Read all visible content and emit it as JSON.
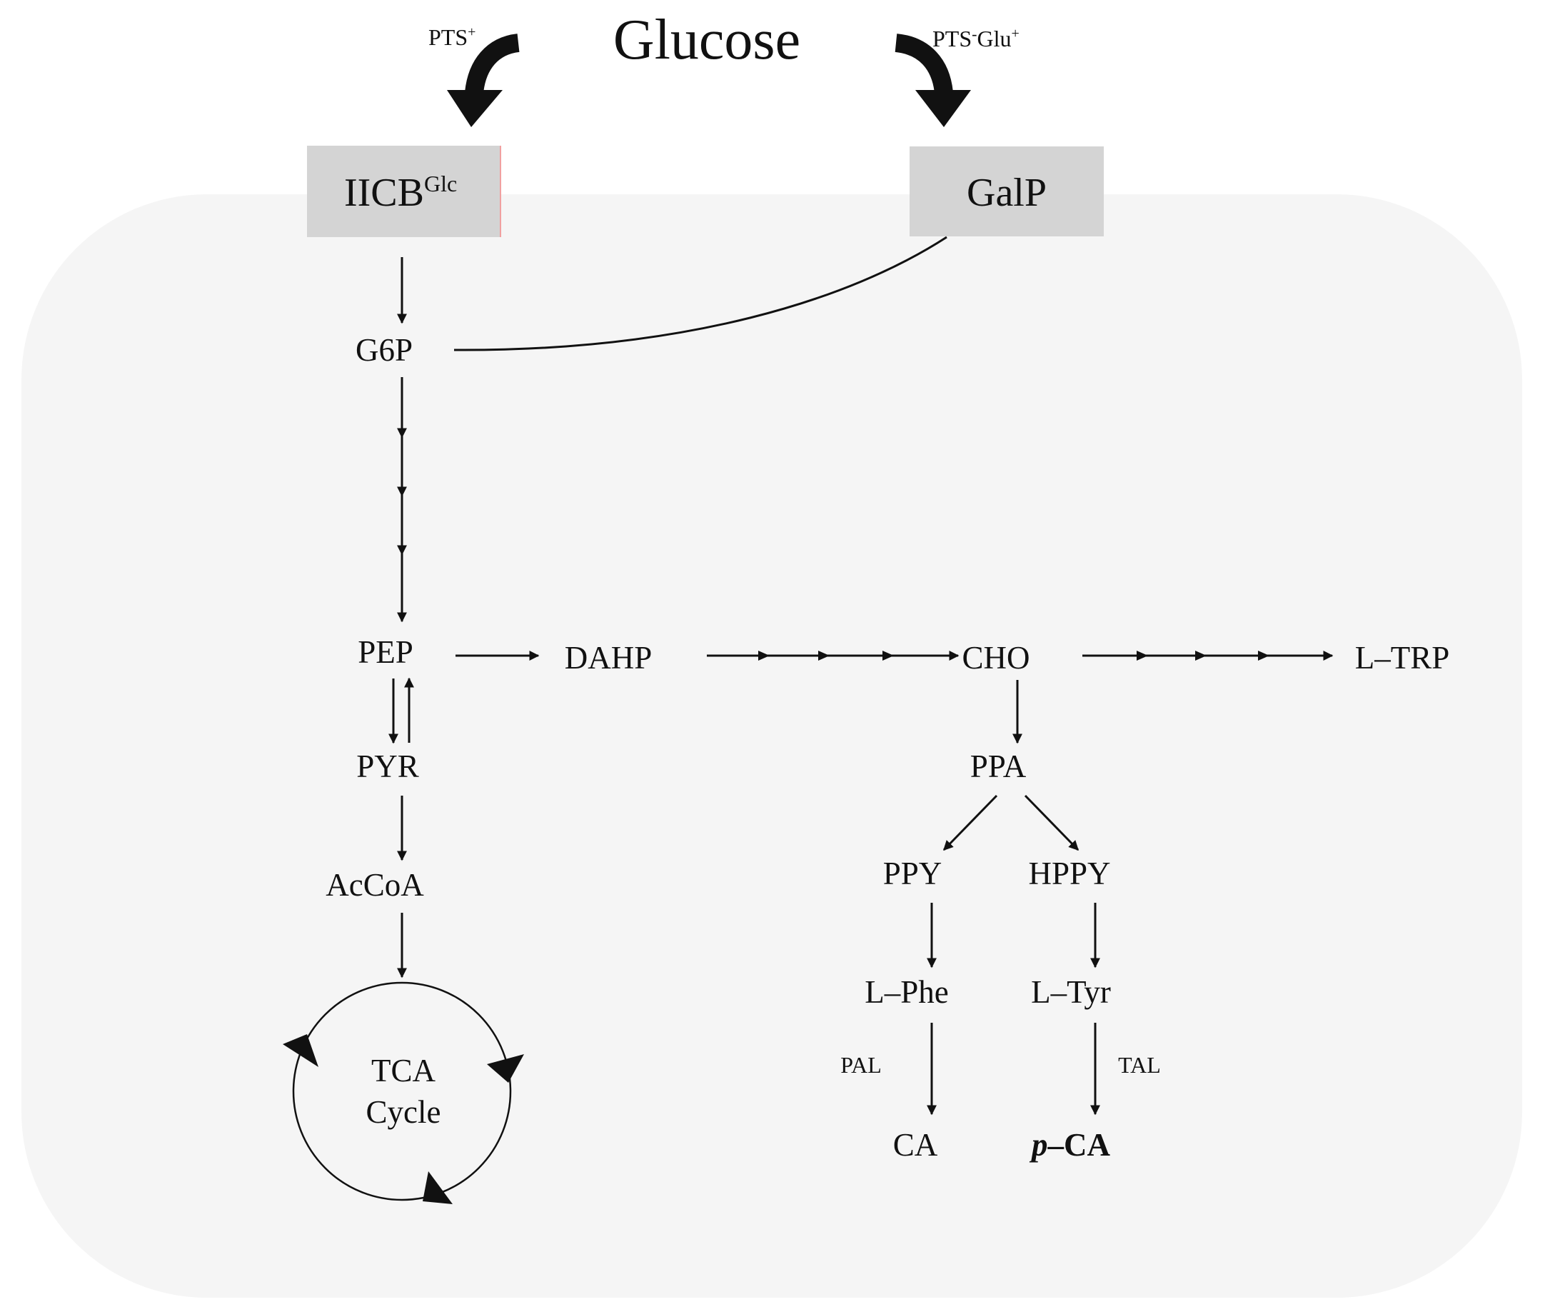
{
  "diagram": {
    "title": "Glucose",
    "transport_labels": {
      "left": {
        "main": "PTS",
        "sup": "+"
      },
      "right": {
        "main": "PTS",
        "sup_mid": "-",
        "tail": "Glu",
        "sup": "+"
      }
    },
    "transporters": {
      "left": {
        "main": "IICB",
        "sup": "Glc"
      },
      "right": {
        "main": "GalP"
      }
    },
    "metabolites": {
      "g6p": "G6P",
      "pep": "PEP",
      "pyr": "PYR",
      "accoa": "AcCoA",
      "tca_line1": "TCA",
      "tca_line2": "Cycle",
      "dahp": "DAHP",
      "cho": "CHO",
      "ltrp": "L–TRP",
      "ppa": "PPA",
      "ppy": "PPY",
      "hppy": "HPPY",
      "lphe": "L–Phe",
      "ltyr": "L–Tyr",
      "ca": "CA",
      "pca_prefix": "p",
      "pca_rest": "–CA"
    },
    "enzymes": {
      "pal": "PAL",
      "tal": "TAL"
    },
    "colors": {
      "cell_fill": "#f5f5f5",
      "transporter_fill": "#d4d4d4",
      "stroke": "#111111"
    }
  }
}
